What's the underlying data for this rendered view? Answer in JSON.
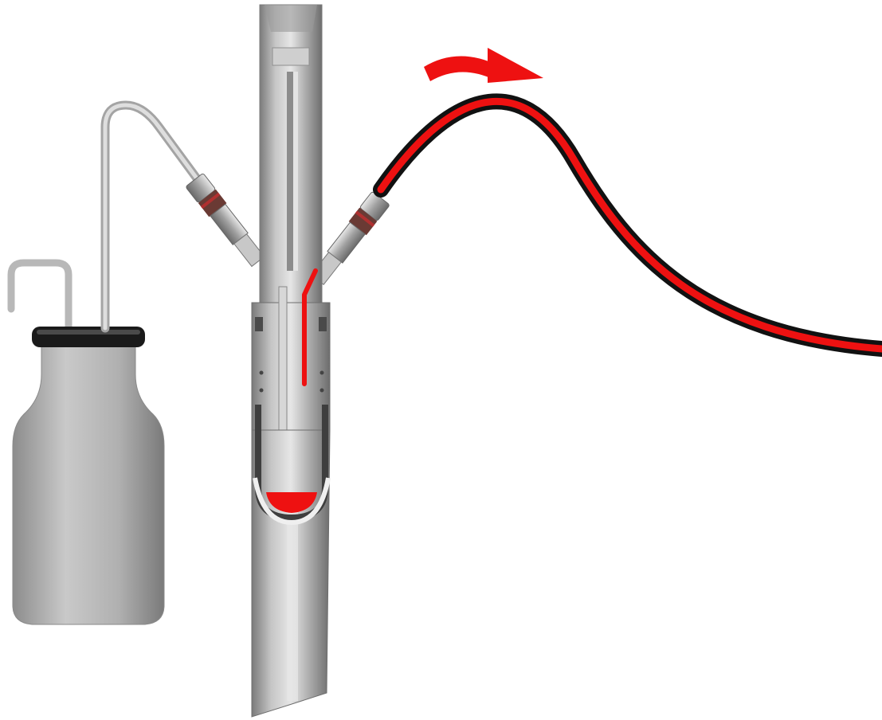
{
  "diagram": {
    "kind": "sampling-probe-illustration",
    "components": [
      {
        "id": "bottle",
        "icon": "bottle-icon"
      },
      {
        "id": "supply-tube",
        "icon": "tube-icon"
      },
      {
        "id": "probe-body",
        "icon": "probe-icon"
      },
      {
        "id": "left-fitting",
        "icon": "fitting-icon"
      },
      {
        "id": "right-fitting",
        "icon": "fitting-icon"
      },
      {
        "id": "return-hose",
        "icon": "hose-icon"
      },
      {
        "id": "flow-arrow",
        "icon": "curved-arrow-icon"
      }
    ],
    "colors": {
      "background": "#ffffff",
      "highlight_red": "#ee1111",
      "hose_black": "#111111",
      "metal_light": "#d9d9d9",
      "metal_mid": "#a8a8a8",
      "metal_dark": "#6e6e6e",
      "bottle_grey": "#b5b5b5",
      "cap_black": "#1a1a1a"
    }
  }
}
